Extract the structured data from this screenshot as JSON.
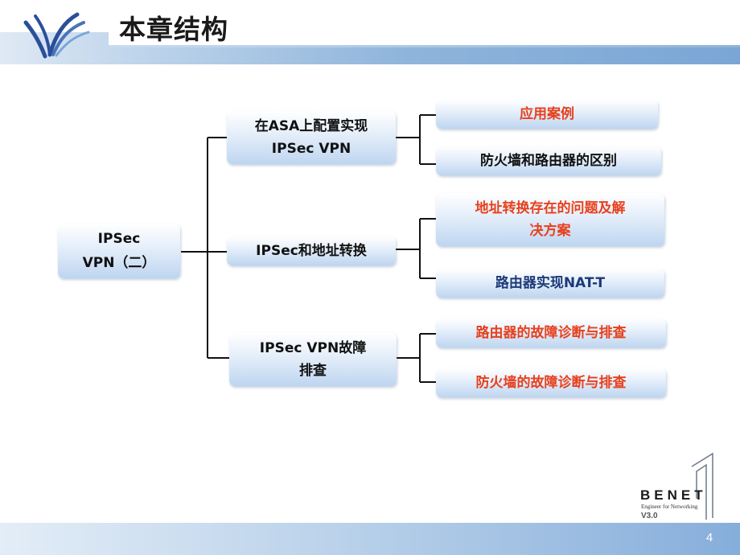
{
  "header": {
    "title": "本章结构"
  },
  "root": {
    "label": "IPSec\nVPN（二）"
  },
  "branches": [
    {
      "label": "在ASA上配置实现\nIPSec VPN",
      "children": [
        {
          "label": "应用案例",
          "highlight": true
        },
        {
          "label": "防火墙和路由器的区别",
          "highlight": false
        }
      ]
    },
    {
      "label": "IPSec和地址转换",
      "children": [
        {
          "label": "地址转换存在的问题及解\n决方案",
          "highlight": true
        },
        {
          "label": "路由器实现NAT-T",
          "highlight": false
        }
      ]
    },
    {
      "label": "IPSec VPN故障\n排查",
      "children": [
        {
          "label": "路由器的故障诊断与排查",
          "highlight": true
        },
        {
          "label": "防火墙的故障诊断与排查",
          "highlight": true
        }
      ]
    }
  ],
  "brand": {
    "name": "BENET",
    "tagline": "Engineer for Networking",
    "version": "V3.0"
  },
  "footer": {
    "page_number": "4"
  },
  "colors": {
    "highlight": "#e8401c",
    "nav_text": "#1c3a78",
    "box_bottom": "#bed5f0",
    "band": "#7aa6d5"
  },
  "icons": {
    "logo": "swoosh-logo-icon",
    "brand_mark": "benet-mark-icon"
  }
}
